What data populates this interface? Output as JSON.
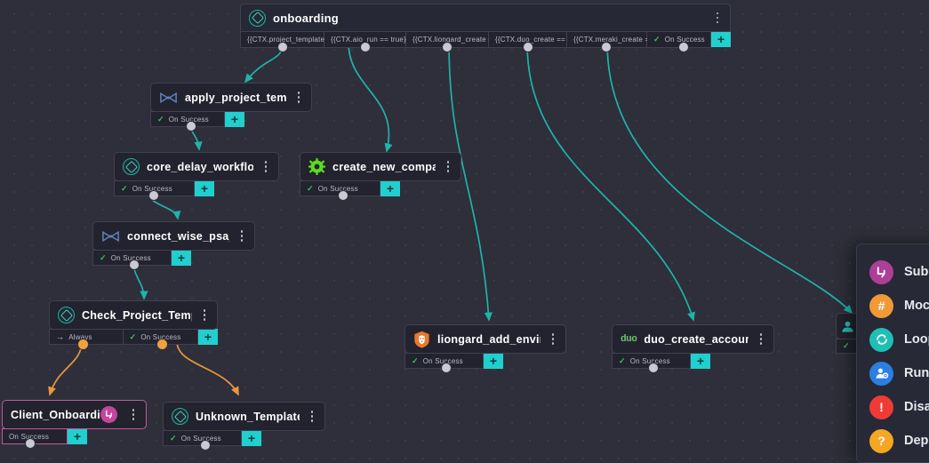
{
  "canvas": {
    "background": "#2e2f3a",
    "grid_dot_color": "#3b3c48"
  },
  "colors": {
    "edge_teal": "#1fb3aa",
    "edge_orange": "#e8973c",
    "plus_button": "#21cfcf",
    "success_check": "#3fbf5f",
    "accent_pink": "#bd5b9b",
    "node_body": "#22232e",
    "node_border": "#40414e"
  },
  "labels": {
    "on_success": "On Success",
    "always": "Always",
    "plus": "+"
  },
  "nodes": [
    {
      "id": "onboarding",
      "title": "onboarding",
      "icon": "workflow-badge-icon",
      "ports": [
        "{{CTX.project_template_id...",
        "{{CTX.aio_run == true}}",
        "{{CTX.liongard_create == t...",
        "{{CTX.duo_create == true}}",
        "{{CTX.meraki_create == tr...",
        "On Success"
      ]
    },
    {
      "id": "apply_project_template",
      "title": "apply_project_template",
      "icon": "bowtie-icon",
      "ports": [
        "On Success"
      ]
    },
    {
      "id": "core_delay_workflow_for",
      "title": "core_delay_workflow_for_...",
      "icon": "workflow-badge-icon",
      "ports": [
        "On Success"
      ]
    },
    {
      "id": "create_new_company",
      "title": "create_new_company",
      "icon": "green-gear-icon",
      "ports": [
        "On Success"
      ]
    },
    {
      "id": "connect_wise_psa_update",
      "title": "connect_wise_psa_update...",
      "icon": "bowtie-icon",
      "ports": [
        "On Success"
      ]
    },
    {
      "id": "check_project_template",
      "title": "Check_Project_Template",
      "icon": "workflow-badge-icon",
      "ports": [
        "Always",
        "On Success"
      ]
    },
    {
      "id": "client_onboarding",
      "title": "Client_Onboarding",
      "icon": "pink-subworkflow-icon",
      "ports": [
        "On Success"
      ]
    },
    {
      "id": "unknown_template",
      "title": "Unknown_Template",
      "icon": "workflow-badge-icon",
      "ports": [
        "On Success"
      ]
    },
    {
      "id": "liongard_add_environment",
      "title": "liongard_add_environment...",
      "icon": "liongard-lion-icon",
      "ports": [
        "On Success"
      ]
    },
    {
      "id": "duo_create_account",
      "title": "duo_create_account",
      "icon": "duo-logo-icon",
      "ports": [
        "On Success"
      ]
    }
  ],
  "context_menu": {
    "items": [
      {
        "label": "Sub-",
        "icon": "sub-workflow-icon",
        "color": "#ad3f96"
      },
      {
        "label": "Mock",
        "icon": "hash-icon",
        "color": "#f09a37"
      },
      {
        "label": "Loop",
        "icon": "loop-refresh-icon",
        "color": "#1fbfb4"
      },
      {
        "label": "Run",
        "icon": "run-as-user-icon",
        "color": "#2a7fe0"
      },
      {
        "label": "Disal",
        "icon": "disable-alert-icon",
        "color": "#ef3b36"
      },
      {
        "label": "Depr",
        "icon": "deprecate-question-icon",
        "color": "#f5a623"
      }
    ]
  }
}
